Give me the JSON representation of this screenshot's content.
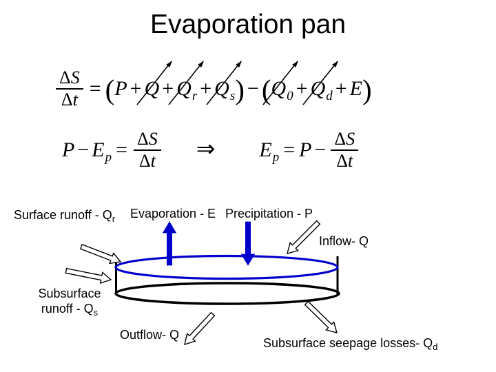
{
  "title": "Evaporation pan",
  "colors": {
    "water_blue": "#0000CC",
    "ink": "#000000",
    "arrow_fill": "#FFFFFF"
  },
  "equations": {
    "balance": {
      "tokens": [
        {
          "t": "frac",
          "num": "ΔS",
          "den": "Δt"
        },
        {
          "t": "rel",
          "v": "="
        },
        {
          "t": "paren",
          "v": "("
        },
        {
          "t": "var",
          "v": "P"
        },
        {
          "t": "op",
          "v": "+"
        },
        {
          "t": "var",
          "v": "Q",
          "strike": true
        },
        {
          "t": "op",
          "v": "+"
        },
        {
          "t": "var",
          "v": "Q",
          "sub": "r",
          "strike": true
        },
        {
          "t": "op",
          "v": "+"
        },
        {
          "t": "var",
          "v": "Q",
          "sub": "s",
          "strike": true
        },
        {
          "t": "paren",
          "v": ")"
        },
        {
          "t": "op",
          "v": "−"
        },
        {
          "t": "paren",
          "v": "("
        },
        {
          "t": "var",
          "v": "Q",
          "sub": "0",
          "strike": true
        },
        {
          "t": "op",
          "v": "+"
        },
        {
          "t": "var",
          "v": "Q",
          "sub": "d",
          "strike": true
        },
        {
          "t": "op",
          "v": "+"
        },
        {
          "t": "var",
          "v": "E"
        },
        {
          "t": "paren",
          "v": ")"
        }
      ]
    },
    "derivation": {
      "left": [
        {
          "t": "var",
          "v": "P"
        },
        {
          "t": "op",
          "v": "−"
        },
        {
          "t": "var",
          "v": "E",
          "sub": "p"
        },
        {
          "t": "rel",
          "v": "="
        },
        {
          "t": "frac",
          "num": "ΔS",
          "den": "Δt"
        }
      ],
      "implies": "⇒",
      "right": [
        {
          "t": "var",
          "v": "E",
          "sub": "p"
        },
        {
          "t": "rel",
          "v": "="
        },
        {
          "t": "var",
          "v": "P"
        },
        {
          "t": "op",
          "v": "−"
        },
        {
          "t": "frac",
          "num": "ΔS",
          "den": "Δt"
        }
      ]
    }
  },
  "diagram": {
    "labels": {
      "surface_runoff": {
        "text": "Surface runoff - Q",
        "sub": "r"
      },
      "evaporation": {
        "text": "Evaporation - E"
      },
      "precipitation": {
        "text": "Precipitation - P"
      },
      "inflow": {
        "text": "Inflow- Q"
      },
      "subsurface_runoff": {
        "line1": "Subsurface",
        "line2": "runoff - Q",
        "sub": "s"
      },
      "outflow": {
        "text": "Outflow- Q"
      },
      "seepage": {
        "text": "Subsurface seepage losses- Q",
        "sub": "d"
      }
    },
    "arrows": [
      {
        "name": "evaporation-arrow",
        "style": "solid",
        "color": "water_blue",
        "direction": "up"
      },
      {
        "name": "precipitation-arrow",
        "style": "solid",
        "color": "water_blue",
        "direction": "down"
      },
      {
        "name": "surface-runoff-arrow",
        "style": "outline",
        "direction": "down-right"
      },
      {
        "name": "subsurface-runoff-arrow",
        "style": "outline",
        "direction": "right"
      },
      {
        "name": "inflow-arrow",
        "style": "outline",
        "direction": "down-left"
      },
      {
        "name": "outflow-arrow",
        "style": "outline",
        "direction": "down-left"
      },
      {
        "name": "seepage-arrow",
        "style": "outline",
        "direction": "down-right"
      }
    ]
  }
}
